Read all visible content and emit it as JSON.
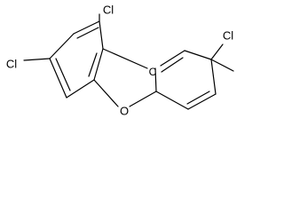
{
  "molecule": {
    "atom_labels": {
      "cl_top": "Cl",
      "cl_left": "Cl",
      "cl_right": "Cl",
      "oxygen": "O",
      "junction_c": "C"
    }
  }
}
